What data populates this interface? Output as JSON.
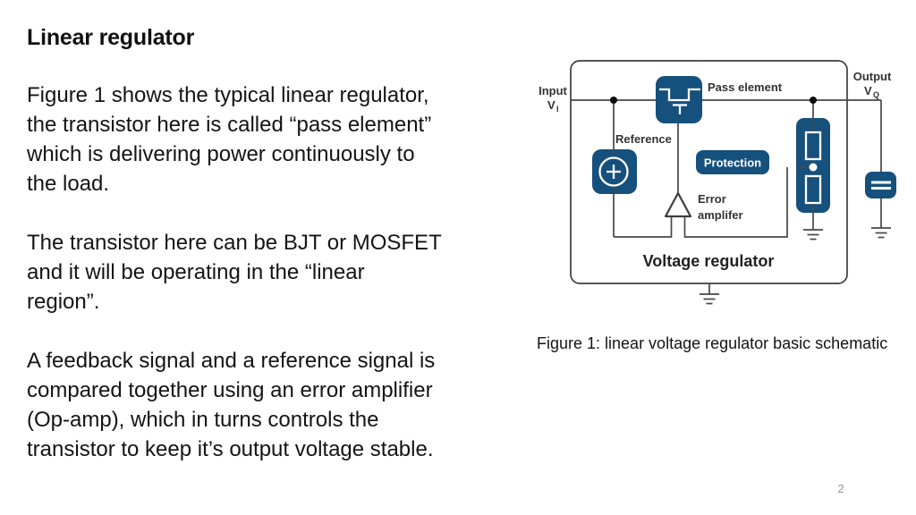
{
  "slide": {
    "title": "Linear regulator",
    "page_number": "2"
  },
  "left": {
    "paragraphs": [
      {
        "lines": [
          "Figure 1 shows the typical linear regulator,",
          "the transistor here is called “pass element”",
          "which is delivering power continuously to",
          "the load."
        ]
      },
      {
        "lines": [
          "The transistor here can be BJT or MOSFET",
          "and it will be operating in the “linear",
          "region”."
        ]
      },
      {
        "lines": [
          "A feedback signal and a reference signal is",
          "compared together using an error amplifier",
          "(Op-amp), which in turns controls the",
          "transistor to keep it’s output voltage stable."
        ]
      }
    ]
  },
  "figure": {
    "caption": "Figure 1: linear voltage regulator basic schematic",
    "labels": {
      "input": "Input",
      "input_v": "V",
      "input_sub": "I",
      "output": "Output",
      "output_v": "V",
      "output_sub": "Q",
      "pass_element": "Pass element",
      "reference": "Reference",
      "protection": "Protection",
      "error_line1": "Error",
      "error_line2": "amplifer",
      "box_title": "Voltage regulator"
    },
    "colors": {
      "component_blue": "#16507c",
      "wire": "#474747"
    }
  }
}
